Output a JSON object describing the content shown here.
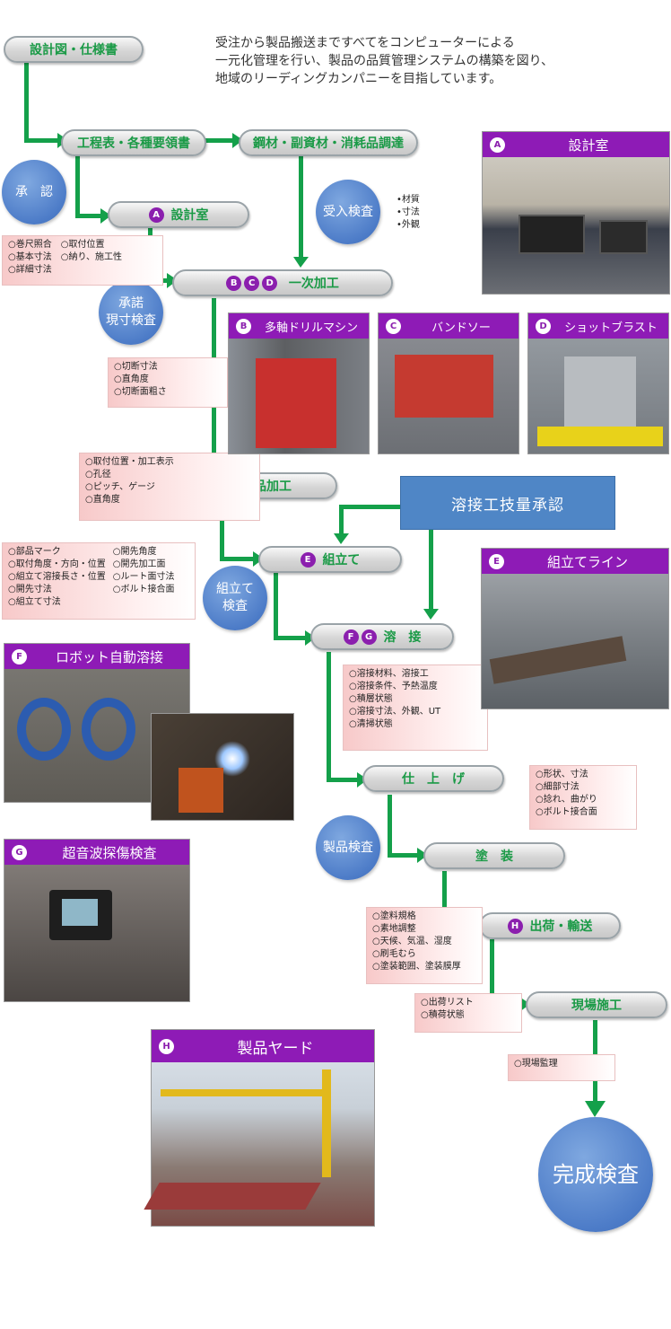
{
  "intro": [
    "受注から製品搬送まですべてをコンピューターによる",
    "一元化管理を行い、製品の品質管理システムの構築を図り、",
    "地域のリーディングカンパニーを目指しています。"
  ],
  "steps": {
    "design_docs": "設計図・仕様書",
    "process_table": "工程表・各種要領書",
    "procurement": "鋼材・副資材・消耗品調達",
    "design_room": "設計室",
    "primary": "一次加工",
    "parts": "部品加工",
    "assembly": "組立て",
    "welding": "溶　接",
    "finishing": "仕　上　げ",
    "painting": "塗　装",
    "shipping": "出荷・輸送",
    "site": "現場施工",
    "welder_cert": "溶接工技量承認",
    "final": "完成検査"
  },
  "badges": {
    "A": "A",
    "B": "B",
    "C": "C",
    "D": "D",
    "E": "E",
    "F": "F",
    "G": "G",
    "H": "H"
  },
  "circles": {
    "approval": "承　認",
    "receiving": "受入検査",
    "approval_measure_1": "承諾",
    "approval_measure_2": "現寸検査",
    "assembly_check_1": "組立て",
    "assembly_check_2": "検査",
    "product_check": "製品検査"
  },
  "notes": {
    "receiving": "•材質\n•寸法\n•外観",
    "design_left": "○巻尺照合\n○基本寸法\n○詳細寸法",
    "design_right": "○取付位置\n○納り、施工性",
    "primary": "○切断寸法\n○直角度\n○切断面粗さ",
    "parts": "○取付位置・加工表示\n○孔径\n○ピッチ、ゲージ\n○直角度",
    "assembly_left": "○部品マーク\n○取付角度・方向・位置\n○組立て溶接長さ・位置\n○開先寸法\n○組立て寸法",
    "assembly_right": "○開先角度\n○開先加工面\n○ルート面寸法\n○ボルト接合面",
    "welding": "○溶接材料、溶接工\n○溶接条件、予熱温度\n○積層状態\n○溶接寸法、外観、UT\n○清掃状態",
    "finishing": "○形状、寸法\n○細部寸法\n○捻れ、曲がり\n○ボルト接合面",
    "painting": "○塗料規格\n○素地調整\n○天候、気温、湿度\n○刷毛むら\n○塗装範囲、塗装膜厚",
    "shipping": "○出荷リスト\n○積荷状態",
    "site": "○現場監理"
  },
  "photos": {
    "design_room": "設計室",
    "drill": "多軸ドリルマシン",
    "bandsaw": "バンドソー",
    "shotblast": "ショットブラスト",
    "assembly_line": "組立てライン",
    "robot_weld": "ロボット自動溶接",
    "ultrasonic": "超音波探傷検査",
    "yard": "製品ヤード"
  },
  "colors": {
    "arrow": "#14a04a",
    "title_bar": "#8e1bb6",
    "circle": "#4d7cc8",
    "pill_text": "#1a9a46"
  }
}
